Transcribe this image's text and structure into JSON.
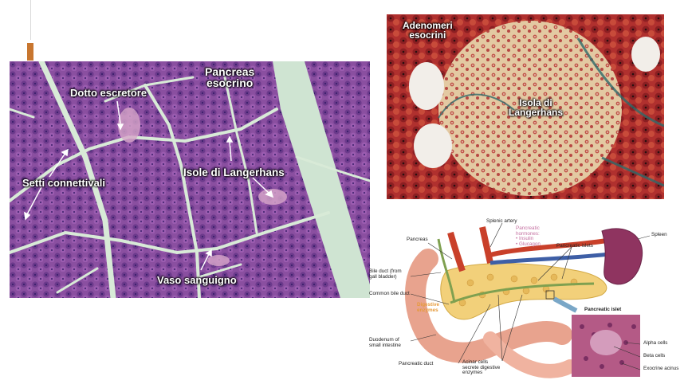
{
  "slide": {
    "histology": {
      "labels": {
        "pancreas_exocrine_line1": "Pancreas",
        "pancreas_exocrine_line2": "esocrino",
        "excretory_duct": "Dotto escretore",
        "islets": "Isole di Langerhans",
        "connective_septa": "Setti connettivali",
        "blood_vessel": "Vaso sanguigno"
      }
    },
    "stained_section": {
      "labels": {
        "acini_line1": "Adenomeri",
        "acini_line2": "esocrini",
        "islet_line1": "Isola di",
        "islet_line2": "Langerhans"
      }
    },
    "anatomy": {
      "labels": {
        "splenic_artery": "Splenic artery",
        "pancreas": "Pancreas",
        "hormones_title_line1": "Pancreatic",
        "hormones_title_line2": "hormones:",
        "hormone_1": "• Insulin",
        "hormone_2": "• Glucagon",
        "pancreatic_islets": "Pancreatic islets",
        "spleen": "Spleen",
        "bile_duct_line1": "Bile duct (from",
        "bile_duct_line2": "gall bladder)",
        "common_bile_duct": "Common bile duct",
        "digestive_line1": "Digestive",
        "digestive_line2": "enzymes",
        "duodenum_line1": "Duodenum of",
        "duodenum_line2": "small intestine",
        "pancreatic_duct": "Pancreatic duct",
        "acinar_line1": "Acinar cells",
        "acinar_line2": "secrete digestive",
        "acinar_line3": "enzymes",
        "inset_title": "Pancreatic islet",
        "alpha_cells": "Alpha cells",
        "beta_cells": "Beta cells",
        "exocrine_acinus": "Exocrine acinus"
      }
    }
  }
}
